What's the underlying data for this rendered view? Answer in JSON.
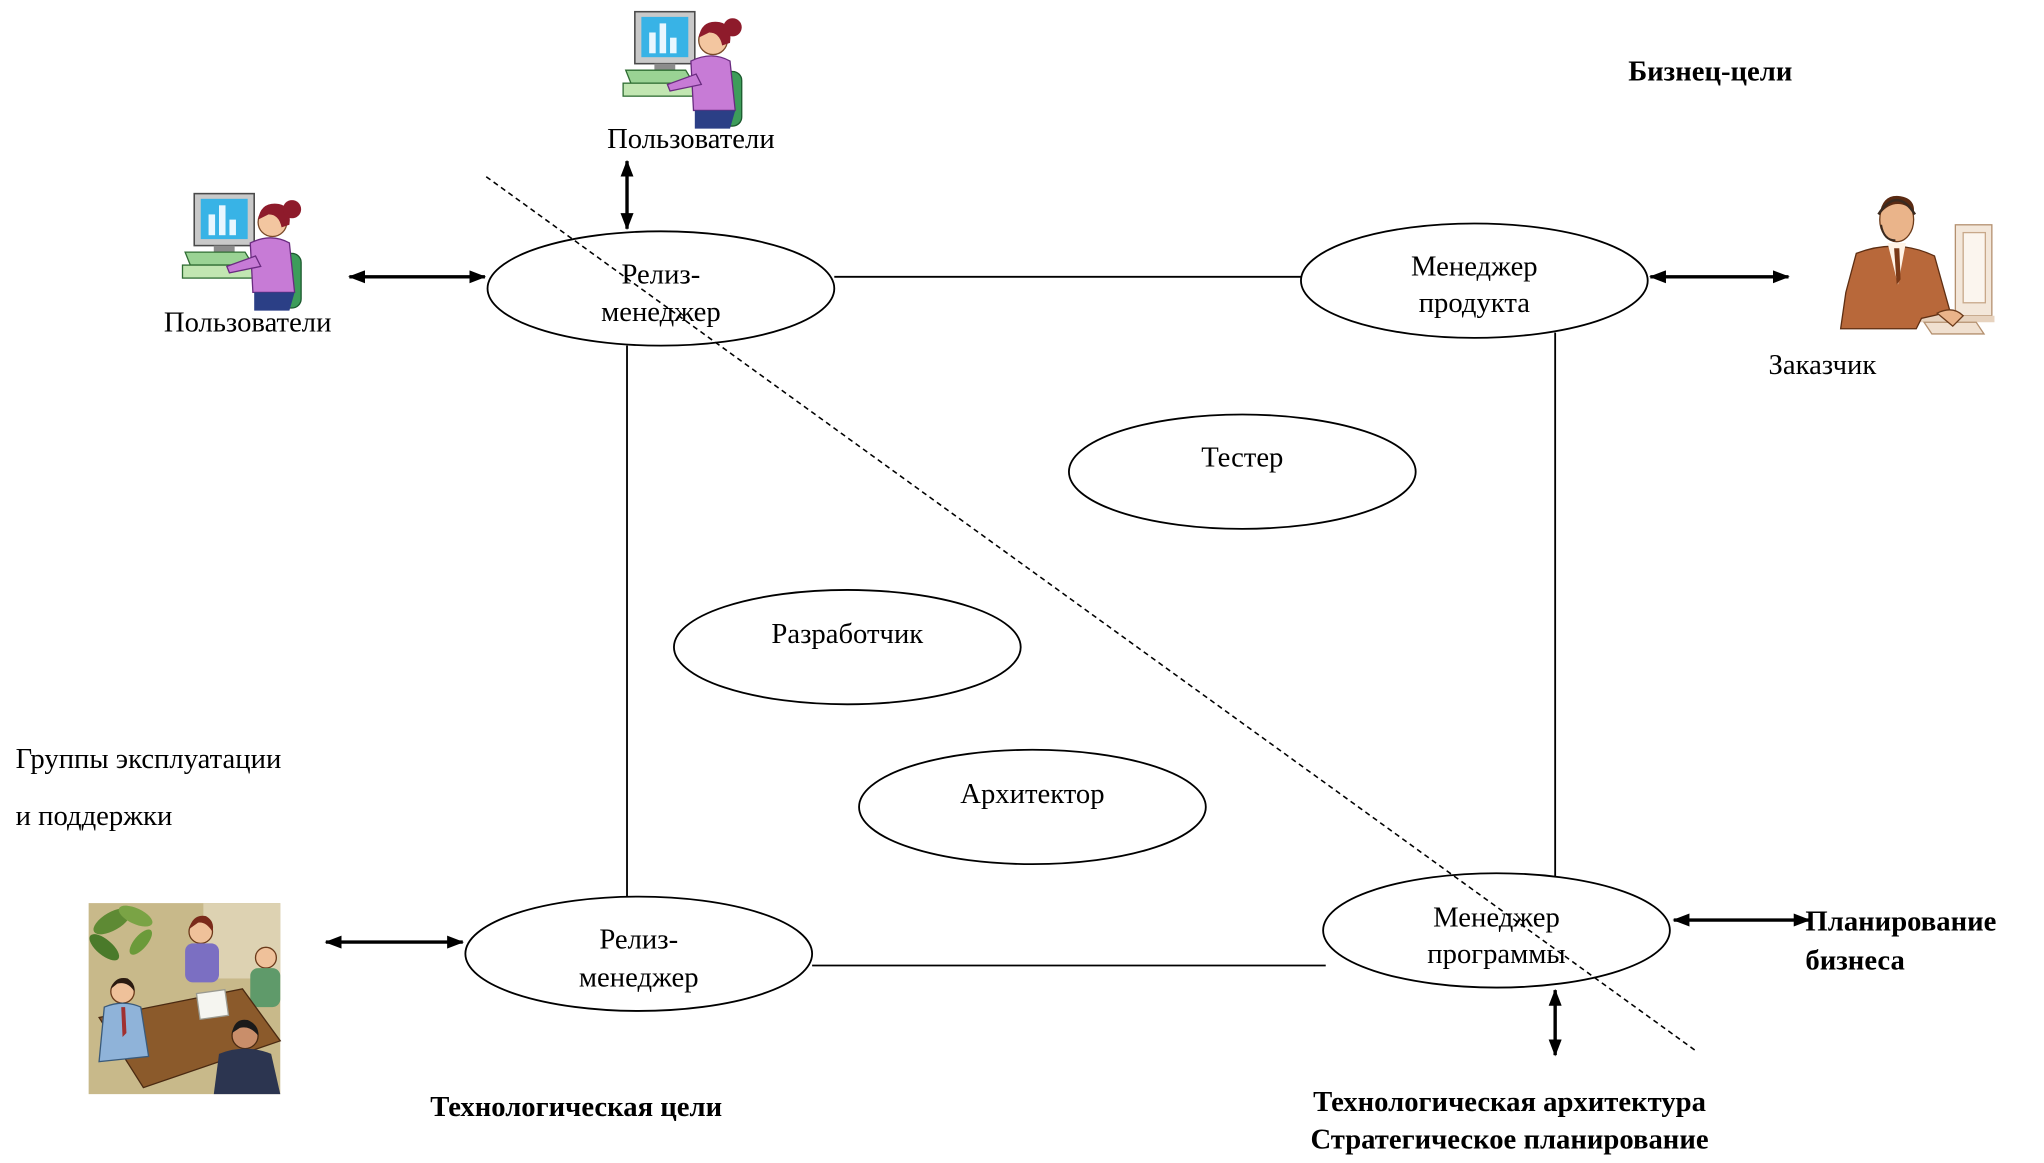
{
  "diagram": {
    "header": {
      "business_goals": "Бизнец-цели"
    },
    "actors": {
      "users_top": {
        "label": "Пользователи",
        "icon": "woman-at-computer-icon"
      },
      "users_left": {
        "label": "Пользователи",
        "icon": "woman-at-computer-icon"
      },
      "customer": {
        "label": "Заказчик",
        "icon": "businessman-at-computer-icon"
      },
      "ops_support": {
        "label_line1": "Группы эксплуатации",
        "label_line2": "и поддержки",
        "icon": "office-meeting-icon"
      },
      "business_planning": {
        "label_line1": "Планирование",
        "label_line2": "бизнеса"
      },
      "tech_architecture": {
        "label_line1": "Технологическая архитектура",
        "label_line2": "Стратегическое планирование"
      }
    },
    "roles": {
      "release_manager_top": {
        "line1": "Релиз-",
        "line2": "менеджер"
      },
      "product_manager": {
        "line1": "Менеджер",
        "line2": "продукта"
      },
      "tester": {
        "line1": "Тестер"
      },
      "developer": {
        "line1": "Разработчик"
      },
      "architect": {
        "line1": "Архитектор"
      },
      "release_manager_bottom": {
        "line1": "Релиз-",
        "line2": "менеджер"
      },
      "program_manager": {
        "line1": "Менеджер",
        "line2": "программы"
      }
    },
    "footer": {
      "tech_goals": "Технологическая цели"
    }
  }
}
